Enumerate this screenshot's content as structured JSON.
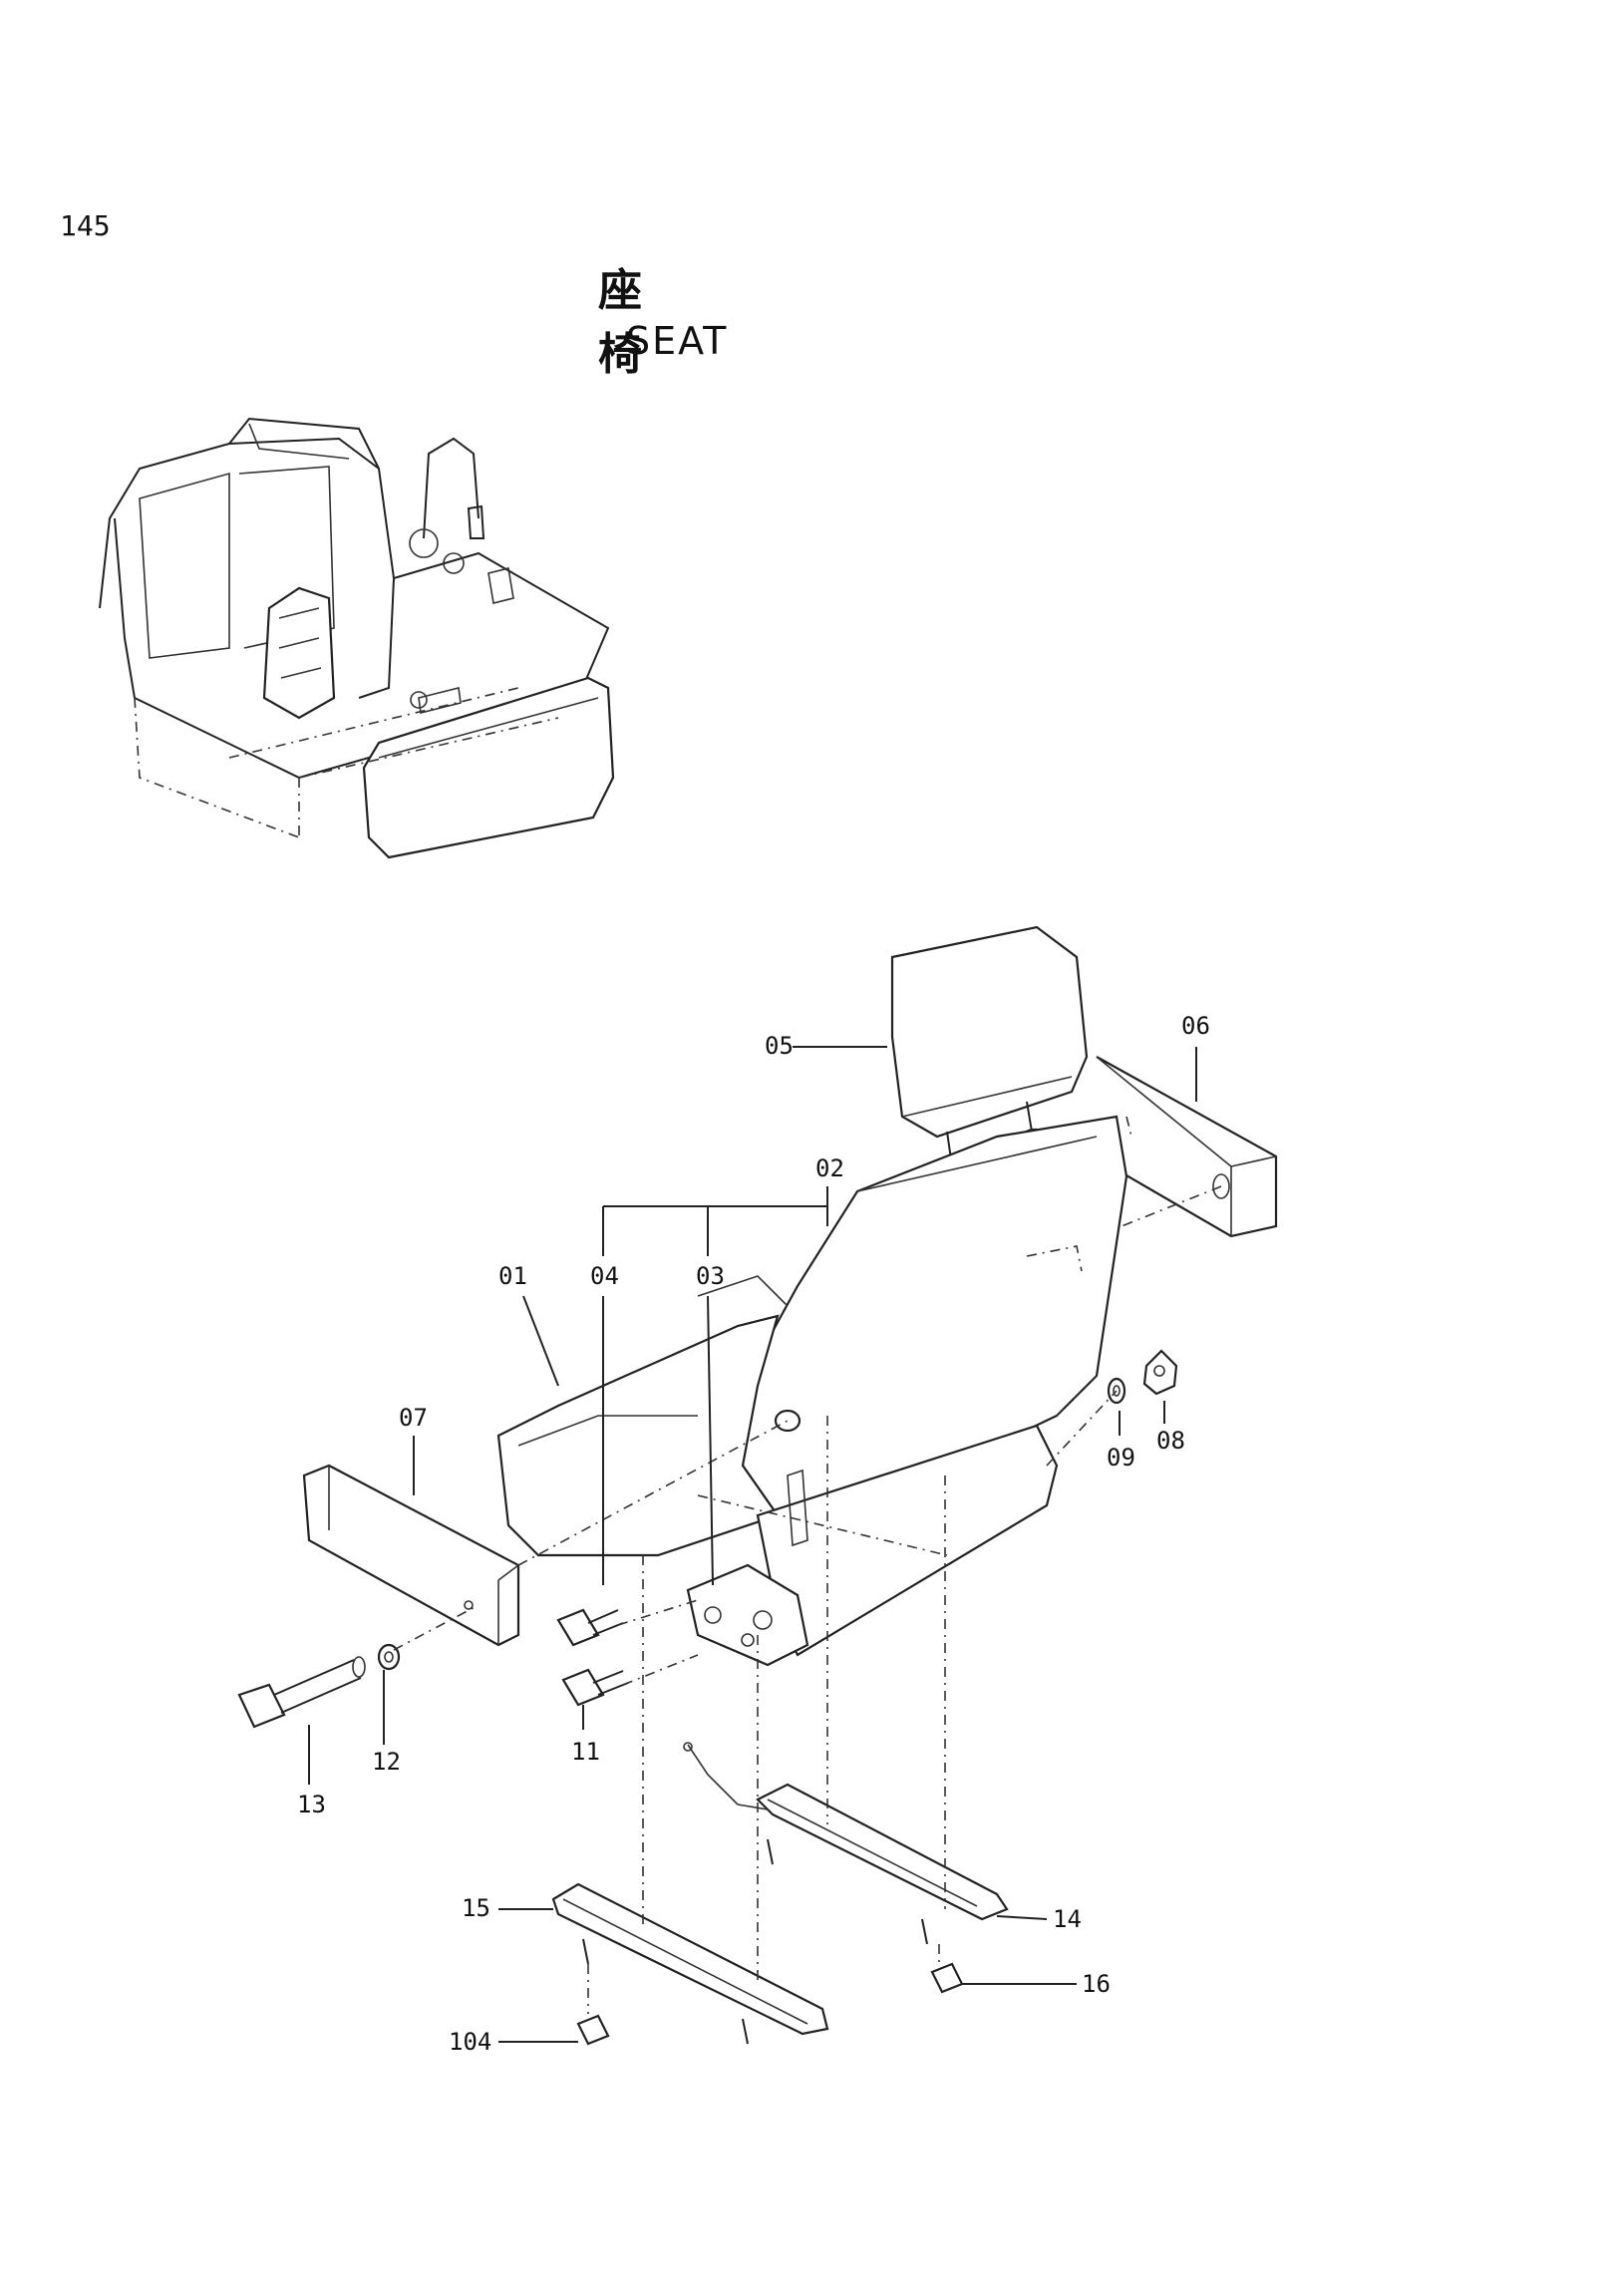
{
  "page_number": "145",
  "title_jp": "座 椅",
  "title_en": "SEAT",
  "callouts": {
    "c01": "01",
    "c02": "02",
    "c03": "03",
    "c04": "04",
    "c05": "05",
    "c06": "06",
    "c07": "07",
    "c08": "08",
    "c09": "09",
    "c11": "11",
    "c12": "12",
    "c13": "13",
    "c14": "14",
    "c15": "15",
    "c16": "16",
    "c104": "104"
  }
}
